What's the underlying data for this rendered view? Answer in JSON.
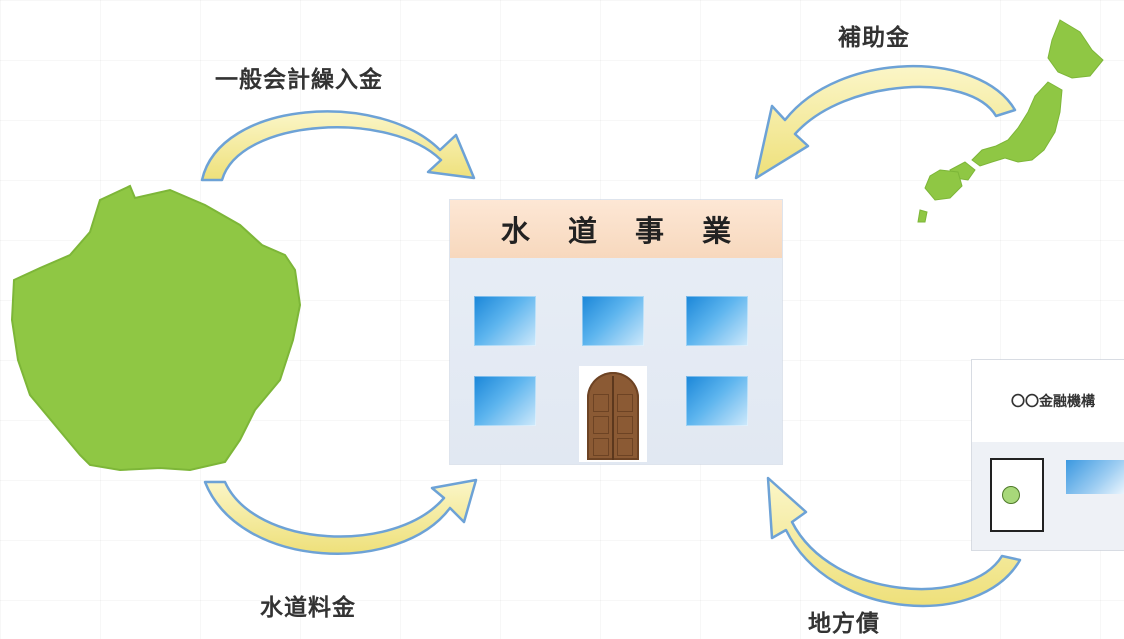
{
  "diagram": {
    "building_title": "水 道 事 業",
    "labels": {
      "general_account_transfer": "一般会計繰入金",
      "subsidy": "補助金",
      "water_fees": "水道料金",
      "local_bonds": "地方債"
    },
    "bank_name": "〇〇金融機構"
  },
  "colors": {
    "land_green": "#8fc744",
    "arrow_yellow": "#f4ea8e",
    "arrow_blue": "#6da2d6",
    "header_peach": "#f9dcc4",
    "window_blue": "#1a86d8"
  }
}
